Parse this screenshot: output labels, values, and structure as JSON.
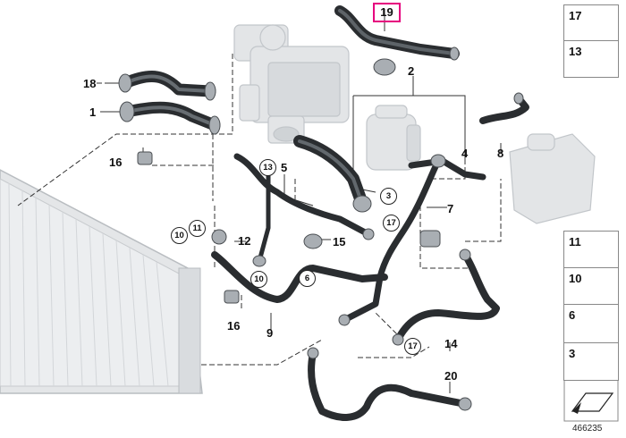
{
  "diagram": {
    "reference_number": "466235",
    "highlighted_label": "19",
    "labels": {
      "l1": "1",
      "l2": "2",
      "l4": "4",
      "l5": "5",
      "l7": "7",
      "l8": "8",
      "l9": "9",
      "l12": "12",
      "l14": "14",
      "l15": "15",
      "l16a": "16",
      "l16b": "16",
      "l18": "18",
      "l20": "20"
    },
    "circled_labels": {
      "c3": "3",
      "c6": "6",
      "c10a": "10",
      "c10b": "10",
      "c11": "11",
      "c13": "13",
      "c17a": "17",
      "c17b": "17"
    },
    "legend_boxes": {
      "b17": "17",
      "b13": "13",
      "b11": "11",
      "b10": "10",
      "b6": "6",
      "b3": "3"
    }
  }
}
